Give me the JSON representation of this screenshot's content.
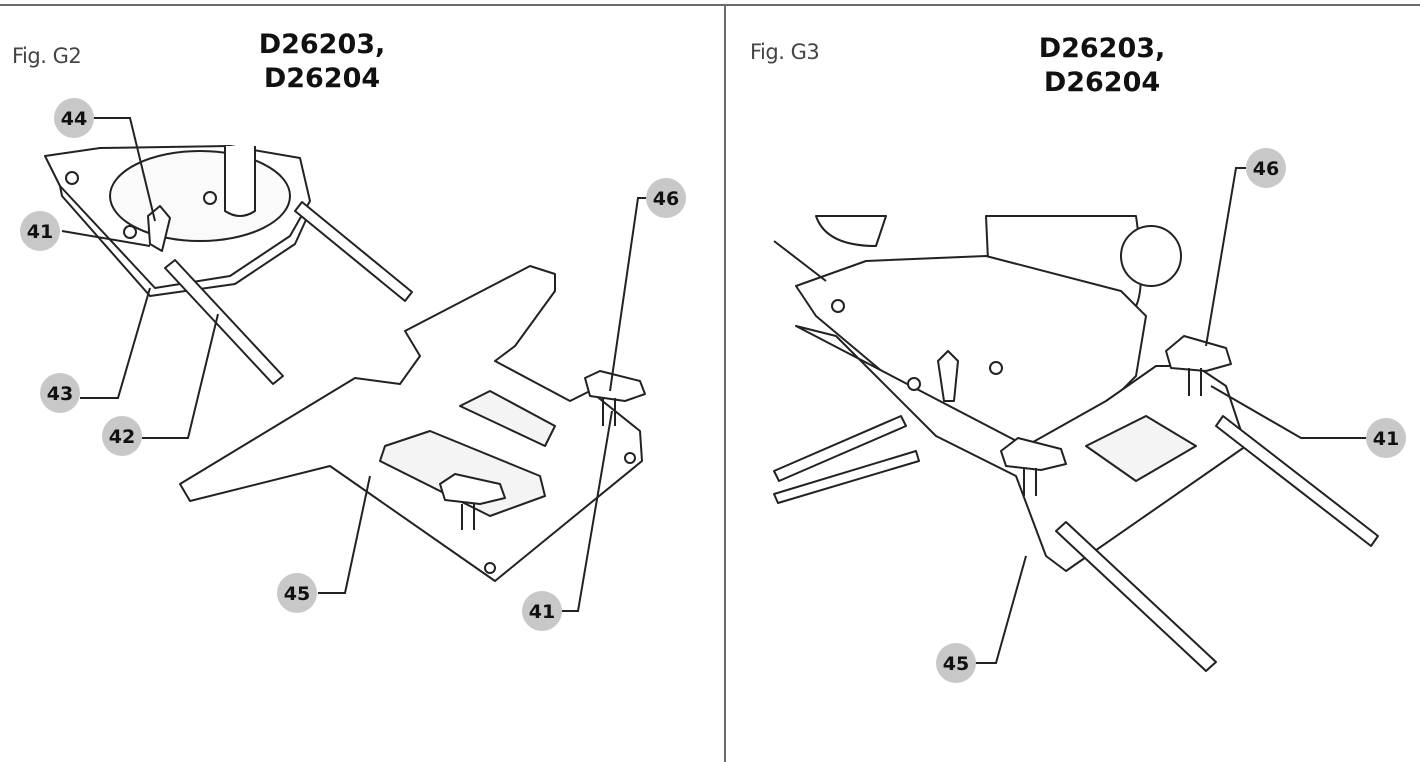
{
  "figures": [
    {
      "label": "Fig. G2",
      "models": [
        "D26203,",
        "D26204"
      ],
      "callouts": [
        "44",
        "41",
        "43",
        "42",
        "45",
        "41",
        "46"
      ]
    },
    {
      "label": "Fig. G3",
      "models": [
        "D26203,",
        "D26204"
      ],
      "callouts": [
        "46",
        "41",
        "45"
      ]
    }
  ]
}
